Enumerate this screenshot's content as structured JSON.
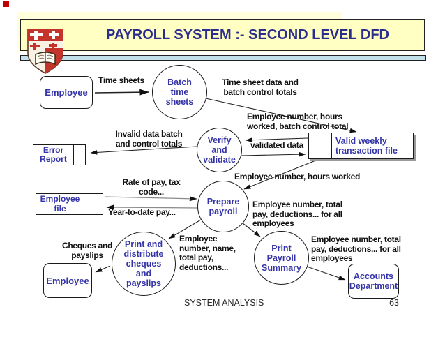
{
  "slide": {
    "title": "PAYROLL SYSTEM :- SECOND LEVEL DFD",
    "footer_left": "SYSTEM ANALYSIS",
    "page_number": "63",
    "colors": {
      "banner_fill": "#ffffc4",
      "banner_back": "#ffffde",
      "accent_strip": "#c2e0ea",
      "node_text": "#3434a8",
      "title_text": "#2b2e8c",
      "corner_mark": "#c00000",
      "crest_red": "#c5342b"
    }
  },
  "nodes": {
    "employee_top": {
      "type": "external-entity",
      "label": "Employee"
    },
    "batch_time_sheets": {
      "type": "process",
      "label": "Batch\ntime\nsheets"
    },
    "verify_validate": {
      "type": "process",
      "label": "Verify\nand\nvalidate"
    },
    "prepare_payroll": {
      "type": "process",
      "label": "Prepare\npayroll"
    },
    "print_distribute": {
      "type": "process",
      "label": "Print and\ndistribute\ncheques\nand\npayslips"
    },
    "print_summary": {
      "type": "process",
      "label": "Print\nPayroll\nSummary"
    },
    "error_report": {
      "type": "data-store",
      "label": "Error\nReport"
    },
    "employee_file": {
      "type": "data-store",
      "label": "Employee\nfile"
    },
    "valid_weekly": {
      "type": "data-store",
      "label": "Valid weekly\ntransaction file"
    },
    "employee_bottom": {
      "type": "external-entity",
      "label": "Employee"
    },
    "accounts_department": {
      "type": "external-entity",
      "label": "Accounts\nDepartment"
    }
  },
  "flows": {
    "time_sheets": "Time sheets",
    "time_sheet_data": "Time sheet data and\nbatch control totals",
    "emp_hours_batch": "Employee number, hours\nworked, batch control total",
    "validated_data": "validated data",
    "invalid_batch": "Invalid data batch\nand control totals",
    "emp_hours_worked": "Employee number, hours worked",
    "rate_of_pay": "Rate of pay, tax\ncode...",
    "ytd_pay": "Year-to-date pay...",
    "emp_totals_all": "Employee number, total\npay, deductions... for all\nemployees",
    "emp_name_totals": "Employee\nnumber, name,\ntotal pay,\ndeductions...",
    "cheques_payslips": "Cheques and\npayslips",
    "emp_totals_all_2": "Employee number, total\npay, deductions... for all\nemployees"
  }
}
